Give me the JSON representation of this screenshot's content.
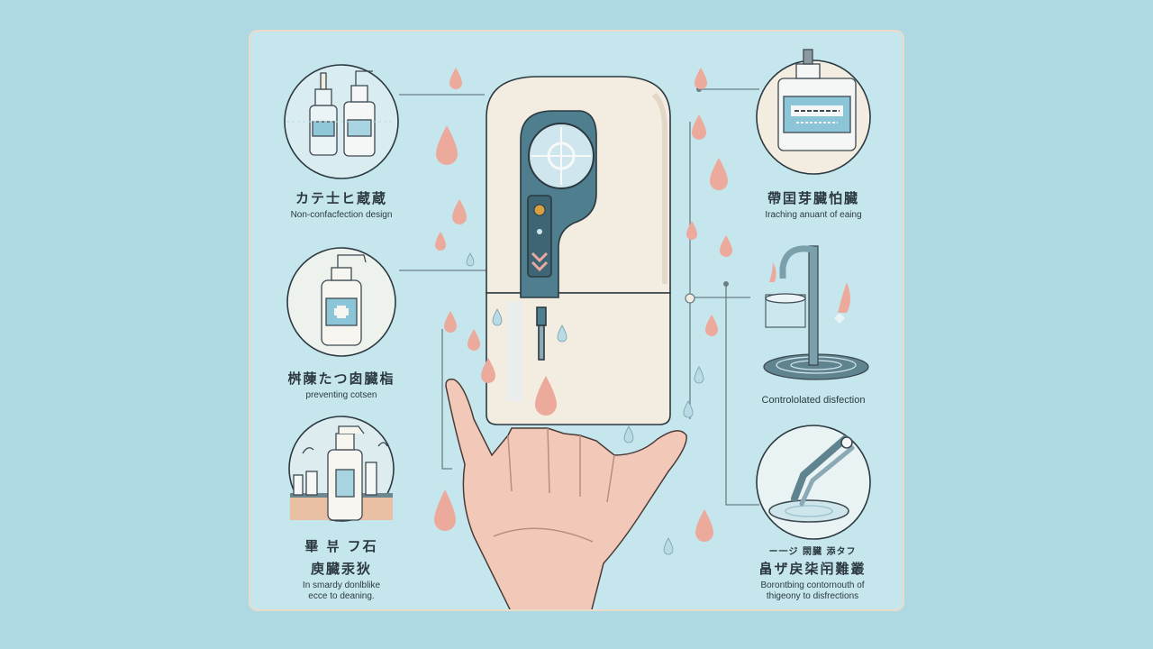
{
  "colors": {
    "background": "#aed8e4",
    "panel": "#c6e6ee",
    "drop": "#ecaa9c",
    "device": "#f3ece1",
    "sensor": "#4f7f8e",
    "ink": "#2c3940"
  },
  "labels": {
    "top_left": {
      "jp": "カテ士ヒ蔵蔵",
      "en": "Non-confacfection design"
    },
    "mid_left": {
      "jp": "桝蔯たつ囱臓栺",
      "en": "preventing cotsen"
    },
    "bottom_left": {
      "jp1": "畢 뷰 フ石",
      "jp2": "庾臓汞狄",
      "en1": "In smardy donlblike",
      "en2": "ecce to deaning."
    },
    "top_right": {
      "jp": "帶囯芽臓怕臓",
      "en": "Iraching anuant of eaing"
    },
    "mid_right": {
      "en": "Contrololated disfection"
    },
    "bottom_right": {
      "small": "ー一ジ 閖臓 添タフ",
      "jp": "畠ザ戻柒闬難叢",
      "en1": "Borontbing contornouth of",
      "en2": "thigeony to disfrections"
    }
  },
  "illustrations": {
    "top_left": "two-pump-bottles-icon",
    "mid_left": "sanitizer-bottle-icon",
    "bottom_left": "spray-bottle-icon",
    "top_right": "labeled-bottle-icon",
    "mid_right": "faucet-icon",
    "bottom_right": "tongs-icon",
    "center": "automatic-dispenser-icon",
    "hand": "open-hand-icon"
  }
}
